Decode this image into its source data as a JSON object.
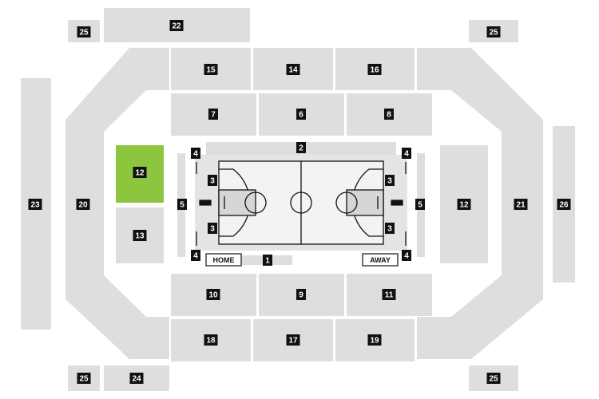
{
  "arena_map": {
    "selected_section": "12",
    "colors": {
      "section": "#dedede",
      "selected": "#8cc63f",
      "label_bg": "#111111",
      "label_text": "#ffffff",
      "court_floor": "#e4e4e4",
      "court_lines": "#111111"
    },
    "sections": {
      "s1": "1",
      "s2": "2",
      "s3a": "3",
      "s3b": "3",
      "s3c": "3",
      "s3d": "3",
      "s4a": "4",
      "s4b": "4",
      "s4c": "4",
      "s4d": "4",
      "s5a": "5",
      "s5b": "5",
      "s6": "6",
      "s7": "7",
      "s8": "8",
      "s9": "9",
      "s10": "10",
      "s11": "11",
      "s12a": "12",
      "s12b": "12",
      "s13": "13",
      "s14": "14",
      "s15": "15",
      "s16": "16",
      "s17": "17",
      "s18": "18",
      "s19": "19",
      "s20": "20",
      "s21": "21",
      "s22": "22",
      "s23": "23",
      "s24": "24",
      "s25a": "25",
      "s25b": "25",
      "s25c": "25",
      "s25d": "25",
      "s26": "26"
    },
    "benches": {
      "home": "HOME",
      "away": "AWAY"
    }
  }
}
